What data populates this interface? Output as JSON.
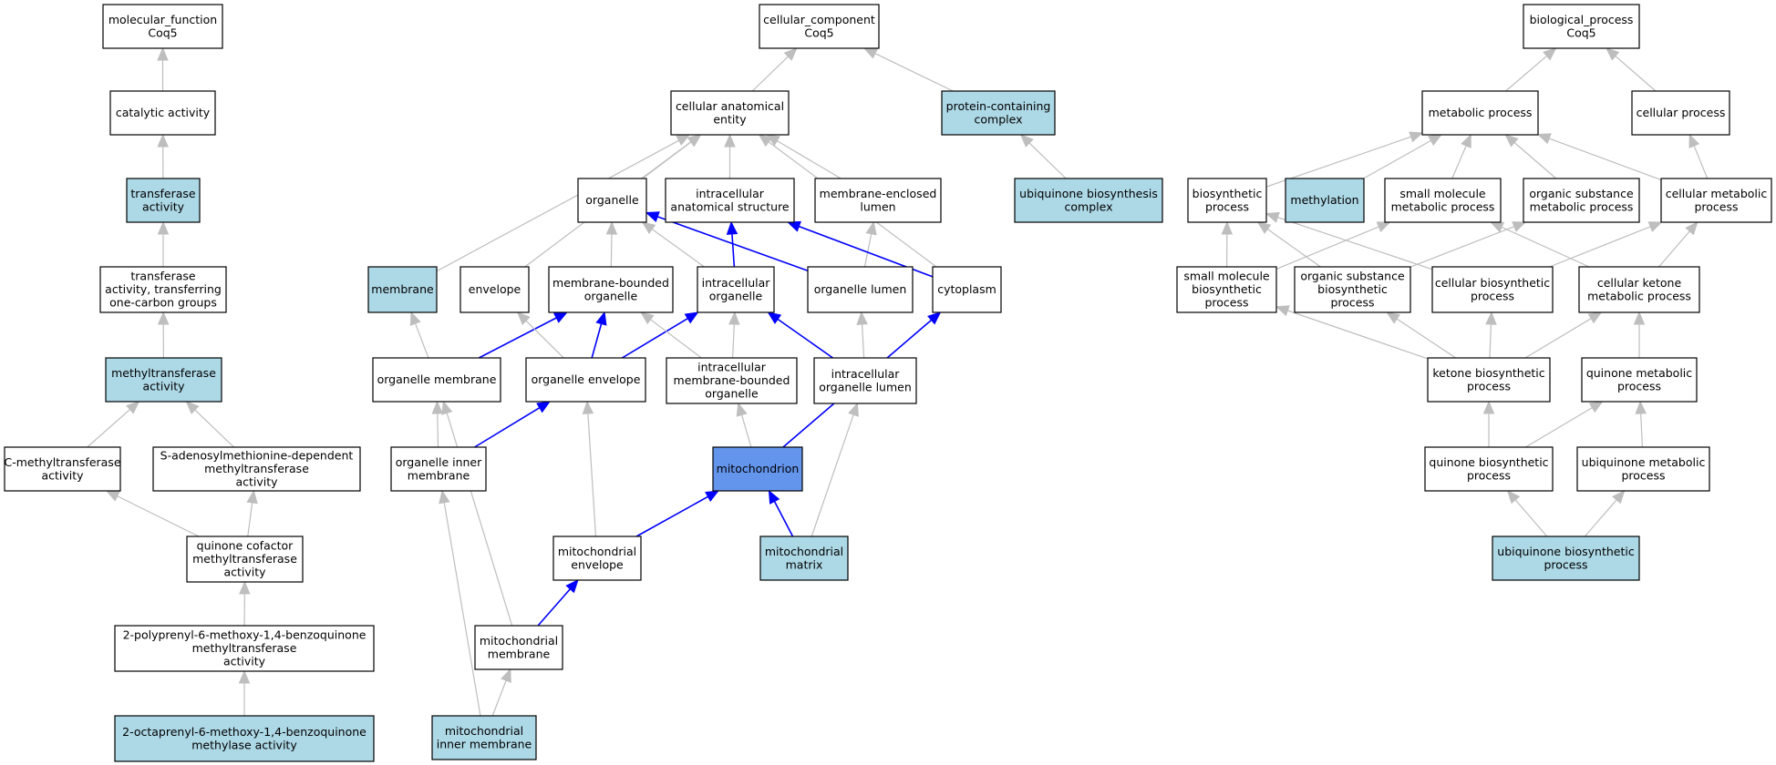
{
  "colors": {
    "plain": "#ffffff",
    "annotated": "#add8e6",
    "focus": "#6495ed",
    "edge_default": "#bebebe",
    "edge_path": "#0000ff"
  },
  "nodes": {
    "mf_root": {
      "lines": [
        "molecular_function",
        "Coq5"
      ],
      "style": "plain"
    },
    "catalytic": {
      "lines": [
        "catalytic activity"
      ],
      "style": "plain"
    },
    "transferase": {
      "lines": [
        "transferase",
        "activity"
      ],
      "style": "annotated"
    },
    "trans_onec": {
      "lines": [
        "transferase",
        "activity, transferring",
        "one-carbon groups"
      ],
      "style": "plain"
    },
    "methyltrans": {
      "lines": [
        "methyltransferase",
        "activity"
      ],
      "style": "annotated"
    },
    "cmethyl": {
      "lines": [
        "C-methyltransferase",
        "activity"
      ],
      "style": "plain"
    },
    "sam": {
      "lines": [
        "S-adenosylmethionine-dependent",
        "methyltransferase",
        "activity"
      ],
      "style": "plain"
    },
    "quinone_cof": {
      "lines": [
        "quinone cofactor",
        "methyltransferase",
        "activity"
      ],
      "style": "plain"
    },
    "polyprenyl": {
      "lines": [
        "2-polyprenyl-6-methoxy-1,4-benzoquinone",
        "methyltransferase",
        "activity"
      ],
      "style": "plain"
    },
    "octaprenyl": {
      "lines": [
        "2-octaprenyl-6-methoxy-1,4-benzoquinone",
        "methylase activity"
      ],
      "style": "annotated"
    },
    "cc_root": {
      "lines": [
        "cellular_component",
        "Coq5"
      ],
      "style": "plain"
    },
    "cae": {
      "lines": [
        "cellular anatomical",
        "entity"
      ],
      "style": "plain"
    },
    "pcc": {
      "lines": [
        "protein-containing",
        "complex"
      ],
      "style": "annotated"
    },
    "ubi_complex": {
      "lines": [
        "ubiquinone biosynthesis",
        "complex"
      ],
      "style": "annotated"
    },
    "organelle": {
      "lines": [
        "organelle"
      ],
      "style": "plain"
    },
    "ias": {
      "lines": [
        "intracellular",
        "anatomical structure"
      ],
      "style": "plain"
    },
    "mel": {
      "lines": [
        "membrane-enclosed",
        "lumen"
      ],
      "style": "plain"
    },
    "membrane": {
      "lines": [
        "membrane"
      ],
      "style": "annotated"
    },
    "envelope": {
      "lines": [
        "envelope"
      ],
      "style": "plain"
    },
    "mbo": {
      "lines": [
        "membrane-bounded",
        "organelle"
      ],
      "style": "plain"
    },
    "io": {
      "lines": [
        "intracellular",
        "organelle"
      ],
      "style": "plain"
    },
    "olumen": {
      "lines": [
        "organelle lumen"
      ],
      "style": "plain"
    },
    "cytoplasm": {
      "lines": [
        "cytoplasm"
      ],
      "style": "plain"
    },
    "omem": {
      "lines": [
        "organelle membrane"
      ],
      "style": "plain"
    },
    "oenv": {
      "lines": [
        "organelle envelope"
      ],
      "style": "plain"
    },
    "imbo": {
      "lines": [
        "intracellular",
        "membrane-bounded",
        "organelle"
      ],
      "style": "plain"
    },
    "iol": {
      "lines": [
        "intracellular",
        "organelle lumen"
      ],
      "style": "plain"
    },
    "oim": {
      "lines": [
        "organelle inner",
        "membrane"
      ],
      "style": "plain"
    },
    "mito": {
      "lines": [
        "mitochondrion"
      ],
      "style": "focus"
    },
    "menv": {
      "lines": [
        "mitochondrial",
        "envelope"
      ],
      "style": "plain"
    },
    "mmatrix": {
      "lines": [
        "mitochondrial",
        "matrix"
      ],
      "style": "annotated"
    },
    "mmem": {
      "lines": [
        "mitochondrial",
        "membrane"
      ],
      "style": "plain"
    },
    "mim": {
      "lines": [
        "mitochondrial",
        "inner membrane"
      ],
      "style": "annotated"
    },
    "bp_root": {
      "lines": [
        "biological_process",
        "Coq5"
      ],
      "style": "plain"
    },
    "metabolic": {
      "lines": [
        "metabolic process"
      ],
      "style": "plain"
    },
    "cellular_proc": {
      "lines": [
        "cellular process"
      ],
      "style": "plain"
    },
    "biosynthetic": {
      "lines": [
        "biosynthetic",
        "process"
      ],
      "style": "plain"
    },
    "methylation": {
      "lines": [
        "methylation"
      ],
      "style": "annotated"
    },
    "smm": {
      "lines": [
        "small molecule",
        "metabolic process"
      ],
      "style": "plain"
    },
    "osm": {
      "lines": [
        "organic substance",
        "metabolic process"
      ],
      "style": "plain"
    },
    "cmp": {
      "lines": [
        "cellular metabolic",
        "process"
      ],
      "style": "plain"
    },
    "smb": {
      "lines": [
        "small molecule",
        "biosynthetic",
        "process"
      ],
      "style": "plain"
    },
    "osb": {
      "lines": [
        "organic substance",
        "biosynthetic",
        "process"
      ],
      "style": "plain"
    },
    "cbp": {
      "lines": [
        "cellular biosynthetic",
        "process"
      ],
      "style": "plain"
    },
    "ckm": {
      "lines": [
        "cellular ketone",
        "metabolic process"
      ],
      "style": "plain"
    },
    "kbp": {
      "lines": [
        "ketone biosynthetic",
        "process"
      ],
      "style": "plain"
    },
    "qmp": {
      "lines": [
        "quinone metabolic",
        "process"
      ],
      "style": "plain"
    },
    "qbp": {
      "lines": [
        "quinone biosynthetic",
        "process"
      ],
      "style": "plain"
    },
    "ump": {
      "lines": [
        "ubiquinone metabolic",
        "process"
      ],
      "style": "plain"
    },
    "ubp": {
      "lines": [
        "ubiquinone biosynthetic",
        "process"
      ],
      "style": "annotated"
    }
  },
  "edges": [
    {
      "from": "catalytic",
      "to": "mf_root"
    },
    {
      "from": "transferase",
      "to": "catalytic"
    },
    {
      "from": "trans_onec",
      "to": "transferase"
    },
    {
      "from": "methyltrans",
      "to": "trans_onec"
    },
    {
      "from": "cmethyl",
      "to": "methyltrans"
    },
    {
      "from": "sam",
      "to": "methyltrans"
    },
    {
      "from": "quinone_cof",
      "to": "cmethyl"
    },
    {
      "from": "quinone_cof",
      "to": "sam"
    },
    {
      "from": "polyprenyl",
      "to": "quinone_cof"
    },
    {
      "from": "octaprenyl",
      "to": "polyprenyl"
    },
    {
      "from": "cae",
      "to": "cc_root"
    },
    {
      "from": "pcc",
      "to": "cc_root"
    },
    {
      "from": "ubi_complex",
      "to": "pcc"
    },
    {
      "from": "organelle",
      "to": "cae"
    },
    {
      "from": "ias",
      "to": "cae"
    },
    {
      "from": "mel",
      "to": "cae"
    },
    {
      "from": "membrane",
      "to": "cae"
    },
    {
      "from": "envelope",
      "to": "cae"
    },
    {
      "from": "cytoplasm",
      "to": "cae"
    },
    {
      "from": "mbo",
      "to": "organelle"
    },
    {
      "from": "io",
      "to": "organelle"
    },
    {
      "from": "io",
      "to": "ias",
      "path": true
    },
    {
      "from": "olumen",
      "to": "organelle",
      "path": true
    },
    {
      "from": "olumen",
      "to": "mel"
    },
    {
      "from": "cytoplasm",
      "to": "ias",
      "path": true
    },
    {
      "from": "omem",
      "to": "membrane"
    },
    {
      "from": "omem",
      "to": "mbo",
      "path": true
    },
    {
      "from": "oenv",
      "to": "envelope"
    },
    {
      "from": "oenv",
      "to": "mbo",
      "path": true
    },
    {
      "from": "oenv",
      "to": "io",
      "path": true
    },
    {
      "from": "imbo",
      "to": "mbo"
    },
    {
      "from": "imbo",
      "to": "io"
    },
    {
      "from": "iol",
      "to": "io",
      "path": true
    },
    {
      "from": "iol",
      "to": "olumen"
    },
    {
      "from": "oim",
      "to": "omem"
    },
    {
      "from": "oim",
      "to": "oenv",
      "path": true
    },
    {
      "from": "mito",
      "to": "imbo"
    },
    {
      "from": "mito",
      "to": "cytoplasm",
      "path": true
    },
    {
      "from": "menv",
      "to": "oenv"
    },
    {
      "from": "menv",
      "to": "mito",
      "path": true
    },
    {
      "from": "mmatrix",
      "to": "mito",
      "path": true
    },
    {
      "from": "mmatrix",
      "to": "iol"
    },
    {
      "from": "mmem",
      "to": "omem"
    },
    {
      "from": "mmem",
      "to": "menv",
      "path": true
    },
    {
      "from": "mim",
      "to": "oim"
    },
    {
      "from": "mim",
      "to": "mmem"
    },
    {
      "from": "metabolic",
      "to": "bp_root"
    },
    {
      "from": "cellular_proc",
      "to": "bp_root"
    },
    {
      "from": "biosynthetic",
      "to": "metabolic"
    },
    {
      "from": "methylation",
      "to": "metabolic"
    },
    {
      "from": "smm",
      "to": "metabolic"
    },
    {
      "from": "osm",
      "to": "metabolic"
    },
    {
      "from": "cmp",
      "to": "metabolic"
    },
    {
      "from": "cmp",
      "to": "cellular_proc"
    },
    {
      "from": "smb",
      "to": "biosynthetic"
    },
    {
      "from": "smb",
      "to": "smm"
    },
    {
      "from": "osb",
      "to": "biosynthetic"
    },
    {
      "from": "osb",
      "to": "osm"
    },
    {
      "from": "cbp",
      "to": "biosynthetic"
    },
    {
      "from": "cbp",
      "to": "cmp"
    },
    {
      "from": "ckm",
      "to": "smm"
    },
    {
      "from": "ckm",
      "to": "cmp"
    },
    {
      "from": "kbp",
      "to": "smb"
    },
    {
      "from": "kbp",
      "to": "osb"
    },
    {
      "from": "kbp",
      "to": "cbp"
    },
    {
      "from": "kbp",
      "to": "ckm"
    },
    {
      "from": "qmp",
      "to": "ckm"
    },
    {
      "from": "qbp",
      "to": "kbp"
    },
    {
      "from": "qbp",
      "to": "qmp"
    },
    {
      "from": "ump",
      "to": "qmp"
    },
    {
      "from": "ubp",
      "to": "qbp"
    },
    {
      "from": "ubp",
      "to": "ump"
    }
  ]
}
